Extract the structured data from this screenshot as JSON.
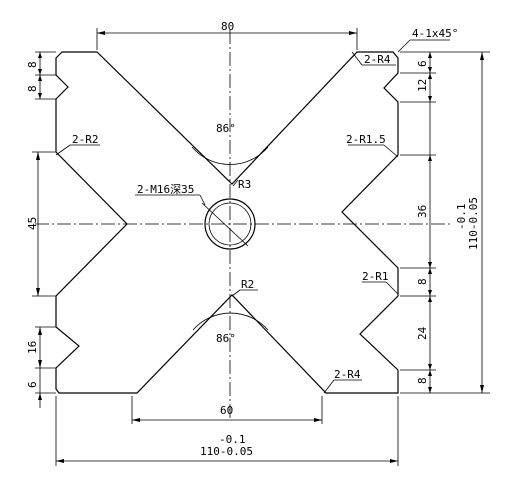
{
  "dims": {
    "top_width": "80",
    "bottom_width": "60",
    "left_8_top": "8",
    "left_8_second": "8",
    "left_45": "45",
    "left_16": "16",
    "left_6": "6",
    "right_6": "6",
    "right_12": "12",
    "right_36": "36",
    "right_8_mid": "8",
    "right_24": "24",
    "right_8_bottom": "8",
    "overall_tol": "-0.1",
    "overall_value": "110-0.05",
    "overall_v_tol": "-0.1",
    "overall_v_value": "110-0.05"
  },
  "notes": {
    "chamfer": "4-1x45°",
    "radius_top_right": "2-R4",
    "radius_left": "2-R2",
    "radius_right_upper": "2-R1.5",
    "radius_right_lower": "2-R1",
    "radius_bottom_right": "2-R4",
    "tap_hole": "2-M16深35",
    "radius_r3": "R3",
    "radius_r2": "R2",
    "angle_top": "86°",
    "angle_bottom": "86°"
  }
}
